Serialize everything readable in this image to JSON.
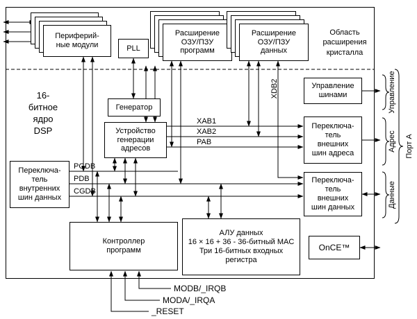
{
  "blocks": {
    "peripherals": "Периферий-\nные модули",
    "pll": "PLL",
    "program_memory": "Расширение\nОЗУ/ПЗУ\nпрограмм",
    "data_memory": "Расширение\nОЗУ/ПЗУ\nданных",
    "oscillator": "Генератор",
    "address_generator": "Устройство\nгенерации\nадресов",
    "internal_data_bus_switch": "Переключа-\nтель\nвнутренних\nшин данных",
    "bus_control": "Управление\nшинами",
    "external_address_bus_switch": "Переключа-\nтель\nвнешних\nшин адреса",
    "external_data_bus_switch": "Переключа-\nтель\nвнешних\nшин данных",
    "once": "OnCE™",
    "program_controller": "Контроллер\nпрограмм",
    "data_alu": "АЛУ данных\n16 × 16 + 36 - 36-битный MAC\nТри 16-битных входных\nрегистра"
  },
  "labels": {
    "expansion_area": "Область\nрасширения\nкристалла",
    "dsp_core": "16-\nбитное\nядро\nDSP"
  },
  "buses": {
    "xab1": "XAB1",
    "xab2": "XAB2",
    "pab": "PAB",
    "pgdb": "PGDB",
    "pdb": "PDB",
    "cgdb": "CGDB",
    "xdb2": "XDB2"
  },
  "port_a": {
    "control": "Управление",
    "address": "Адрес",
    "data": "Данные",
    "name": "Порт A"
  },
  "signals": {
    "modb_irqb": "MODB/_IRQB",
    "moda_irqa": "MODA/_IRQA",
    "reset": "_RESET"
  }
}
